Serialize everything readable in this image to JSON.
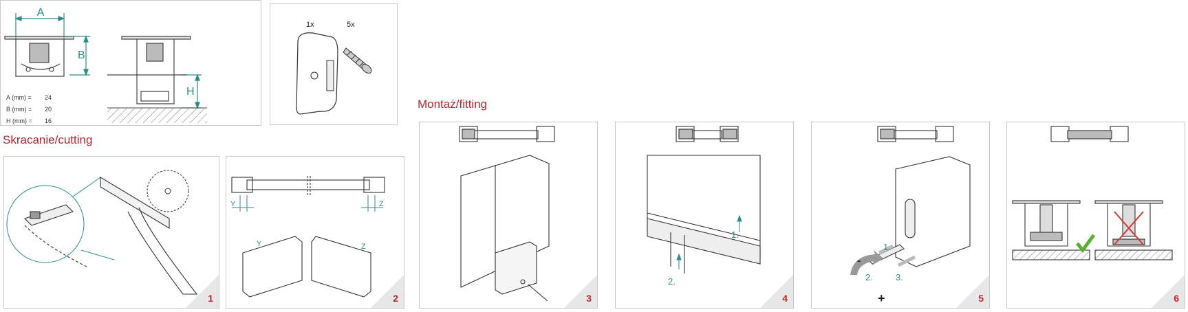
{
  "headings": {
    "cutting": "Skracanie/cutting",
    "fitting": "Montaż/fitting"
  },
  "profile": {
    "letters": [
      "A",
      "B",
      "H"
    ],
    "dimensions": [
      {
        "label": "A (mm) =",
        "value": "24"
      },
      {
        "label": "B (mm) =",
        "value": "20"
      },
      {
        "label": "H (mm) =",
        "value": "16"
      }
    ]
  },
  "parts": {
    "cap_qty": "1x",
    "screw_qty": "5x"
  },
  "cutting_steps": [
    {
      "number": "1"
    },
    {
      "number": "2",
      "labels": [
        "Y",
        "Z",
        "Y",
        "Z"
      ]
    }
  ],
  "fitting_steps": [
    {
      "number": "3"
    },
    {
      "number": "4",
      "arrow_labels": [
        "1.",
        "2."
      ]
    },
    {
      "number": "5",
      "arrow_labels": [
        "1.",
        "2.",
        "3."
      ],
      "signs": [
        "-",
        "+"
      ]
    },
    {
      "number": "6"
    }
  ],
  "colors": {
    "heading_red": "#b3262d",
    "step_red": "#c0272d",
    "teal": "#2a8c8c",
    "check_green": "#5ab02f",
    "cross_red": "#d23a3a",
    "border": "#c9c9c9",
    "profile_grey": "#b9b9b9"
  }
}
